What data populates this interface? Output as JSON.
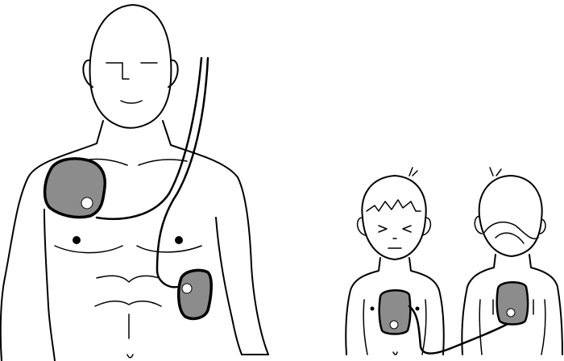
{
  "colors": {
    "background": "#ffffff",
    "outline": "#000000",
    "pad_fill": "#8c8c8c",
    "pad_connector": "#ffffff"
  },
  "figures": [
    {
      "label": "",
      "view": "adult-front",
      "pads": [
        "right-upper-chest",
        "left-side-chest"
      ]
    },
    {
      "label": "",
      "view": "child-front",
      "pads": [
        "center-chest"
      ]
    },
    {
      "label": "",
      "view": "child-back",
      "pads": [
        "center-back"
      ]
    }
  ]
}
